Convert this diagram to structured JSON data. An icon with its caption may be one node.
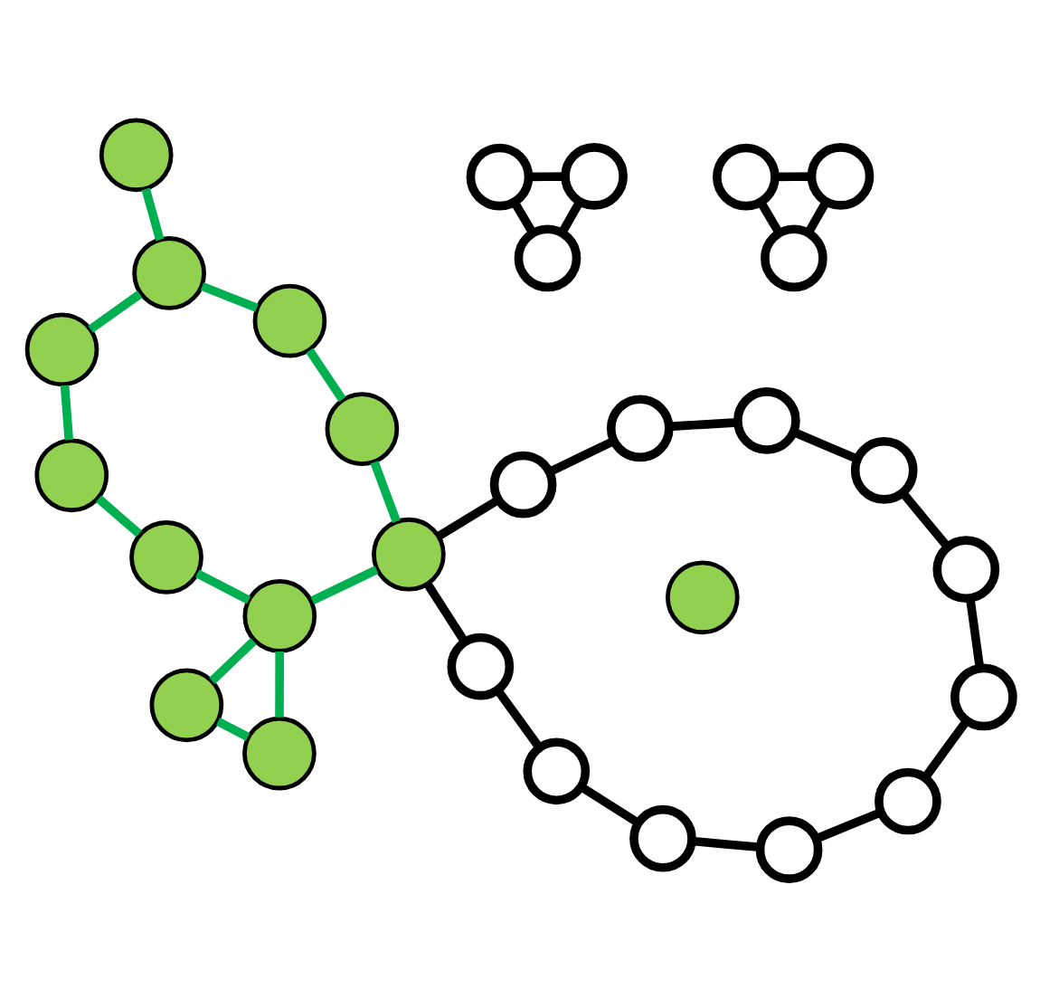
{
  "diagram": {
    "nodes": [
      {
        "text": [],
        "shape": "circle"
      },
      {
        "text": [],
        "shape": "circle"
      },
      {
        "text": [],
        "shape": "circle"
      },
      {
        "text": [],
        "shape": "circle"
      },
      {
        "text": [],
        "shape": "circle"
      },
      {
        "text": [],
        "shape": "circle"
      },
      {
        "text": [],
        "shape": "circle"
      },
      {
        "text": [],
        "shape": "circle"
      },
      {
        "text": [],
        "shape": "circle"
      },
      {
        "text": [],
        "shape": "circle"
      },
      {
        "text": [],
        "shape": "circle"
      },
      {
        "text": [],
        "shape": "circle"
      },
      {
        "text": [],
        "shape": "circle"
      },
      {
        "text": [],
        "shape": "circle"
      },
      {
        "text": [],
        "shape": "circle"
      },
      {
        "text": [],
        "shape": "circle"
      },
      {
        "text": [],
        "shape": "circle"
      },
      {
        "text": [],
        "shape": "circle"
      },
      {
        "text": [],
        "shape": "circle"
      },
      {
        "text": [],
        "shape": "circle"
      },
      {
        "text": [],
        "shape": "circle"
      },
      {
        "text": [],
        "shape": "circle"
      },
      {
        "text": [],
        "shape": "circle"
      },
      {
        "text": [],
        "shape": "circle"
      },
      {
        "text": [],
        "shape": "circle"
      },
      {
        "text": [],
        "shape": "circle"
      },
      {
        "text": [],
        "shape": "circle"
      },
      {
        "text": [],
        "shape": "circle"
      },
      {
        "text": [],
        "shape": "circle"
      }
    ],
    "edges": [
      {
        "from": 0,
        "to": 5,
        "arrow": "none"
      },
      {
        "from": 5,
        "to": 4,
        "arrow": "none"
      },
      {
        "from": 4,
        "to": 0,
        "arrow": "none"
      },
      {
        "from": 1,
        "to": 6,
        "arrow": "none"
      },
      {
        "from": 6,
        "to": 7,
        "arrow": "none"
      },
      {
        "from": 7,
        "to": 1,
        "arrow": "none"
      },
      {
        "from": 12,
        "to": 11,
        "arrow": "none"
      },
      {
        "from": 12,
        "to": 16,
        "arrow": "none"
      },
      {
        "from": 16,
        "to": 14,
        "arrow": "none"
      },
      {
        "from": 14,
        "to": 17,
        "arrow": "none"
      },
      {
        "from": 17,
        "to": 13,
        "arrow": "none"
      },
      {
        "from": 13,
        "to": 23,
        "arrow": "none"
      },
      {
        "from": 23,
        "to": 20,
        "arrow": "none"
      },
      {
        "from": 20,
        "to": 28,
        "arrow": "none"
      },
      {
        "from": 28,
        "to": 22,
        "arrow": "none"
      },
      {
        "from": 22,
        "to": 24,
        "arrow": "none"
      },
      {
        "from": 24,
        "to": 19,
        "arrow": "none"
      },
      {
        "from": 19,
        "to": 11,
        "arrow": "none"
      },
      {
        "from": 2,
        "to": 10,
        "arrow": "none",
        "color": "#00b050"
      },
      {
        "from": 2,
        "to": 8,
        "arrow": "none",
        "color": "#00b050"
      },
      {
        "from": 10,
        "to": 8,
        "arrow": "none",
        "color": "#00b050"
      },
      {
        "from": 8,
        "to": 9,
        "arrow": "none",
        "color": "#00b050"
      },
      {
        "from": 8,
        "to": 16,
        "arrow": "none",
        "color": "#00b050"
      },
      {
        "from": 16,
        "to": 15,
        "arrow": "none",
        "color": "#00b050"
      },
      {
        "from": 15,
        "to": 26,
        "arrow": "none",
        "color": "#00b050"
      },
      {
        "from": 26,
        "to": 21,
        "arrow": "none",
        "color": "#00b050"
      },
      {
        "from": 21,
        "to": 25,
        "arrow": "none",
        "color": "#00b050"
      },
      {
        "from": 21,
        "to": 27,
        "arrow": "none",
        "color": "#00b050"
      },
      {
        "from": 27,
        "to": 18,
        "arrow": "none",
        "color": "#00b050"
      },
      {
        "from": 18,
        "to": 9,
        "arrow": "none",
        "color": "#00b050"
      }
    ]
  }
}
